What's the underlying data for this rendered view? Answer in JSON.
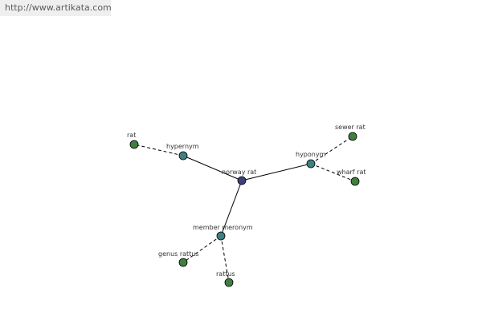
{
  "banner": {
    "url_text": "http://www.artikata.com"
  },
  "colors": {
    "center_node": "#3f3f7f",
    "relation_node": "#3f8080",
    "leaf_node": "#3f7f3f",
    "banner_bg": "#efefef",
    "banner_text": "#5a5a5a"
  },
  "graph": {
    "center": {
      "id": "norway-rat",
      "label": "norway rat"
    },
    "relations": [
      {
        "id": "hypernym",
        "label": "hypernym"
      },
      {
        "id": "hyponym",
        "label": "hyponym"
      },
      {
        "id": "member-meronym",
        "label": "member meronym"
      }
    ],
    "leaves": [
      {
        "id": "rat",
        "label": "rat",
        "parent": "hypernym"
      },
      {
        "id": "sewer-rat",
        "label": "sewer rat",
        "parent": "hyponym"
      },
      {
        "id": "wharf-rat",
        "label": "wharf rat",
        "parent": "hyponym"
      },
      {
        "id": "genus-rattus",
        "label": "genus rattus",
        "parent": "member-meronym"
      },
      {
        "id": "rattus",
        "label": "rattus",
        "parent": "member-meronym"
      }
    ]
  }
}
